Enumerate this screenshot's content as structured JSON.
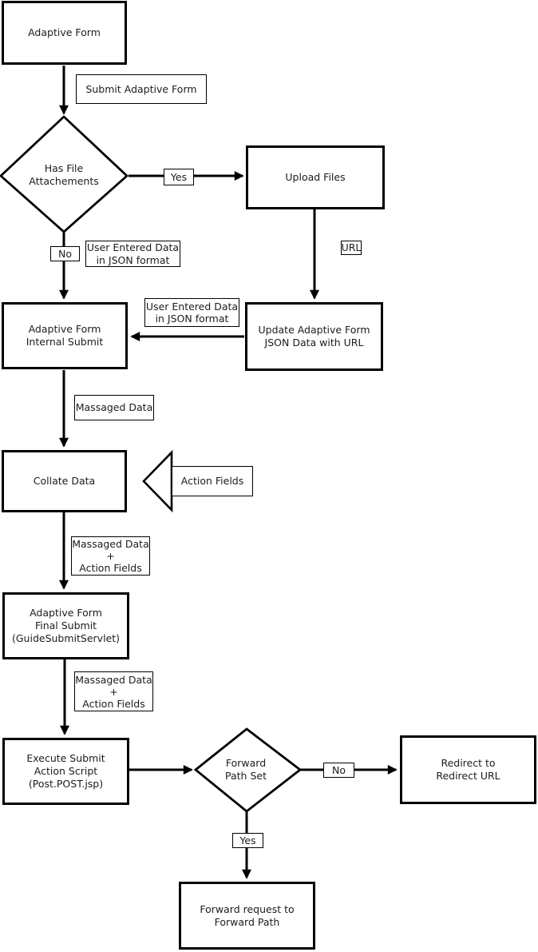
{
  "diagram": {
    "type": "flowchart",
    "colors": {
      "stroke": "#000000",
      "background": "#ffffff",
      "text": "#1c1c1c"
    },
    "nodes": {
      "adaptive_form": "Adaptive Form",
      "has_file_attachements": "Has File\nAttachements",
      "upload_files": "Upload Files",
      "internal_submit": "Adaptive Form\nInternal Submit",
      "update_json": "Update Adaptive Form\nJSON Data with URL",
      "collate_data": "Collate Data",
      "final_submit": "Adaptive Form\nFinal Submit\n(GuideSubmitServlet)",
      "execute_script": "Execute Submit\nAction Script\n(Post.POST.jsp)",
      "forward_path_set": "Forward\nPath Set",
      "redirect_url": "Redirect to\nRedirect URL",
      "forward_request": "Forward request to\nForward Path"
    },
    "labels": {
      "submit_adaptive_form": "Submit Adaptive Form",
      "yes_upload": "Yes",
      "no_internal": "No",
      "user_entered_data_1": "User Entered Data\nin JSON format",
      "url": "URL",
      "user_entered_data_2": "User Entered Data\nin JSON format",
      "massaged_data": "Massaged Data",
      "action_fields": "Action Fields",
      "massaged_plus_action_1": "Massaged Data\n+\nAction Fields",
      "massaged_plus_action_2": "Massaged Data\n+\nAction Fields",
      "no_redirect": "No",
      "yes_forward": "Yes"
    }
  }
}
